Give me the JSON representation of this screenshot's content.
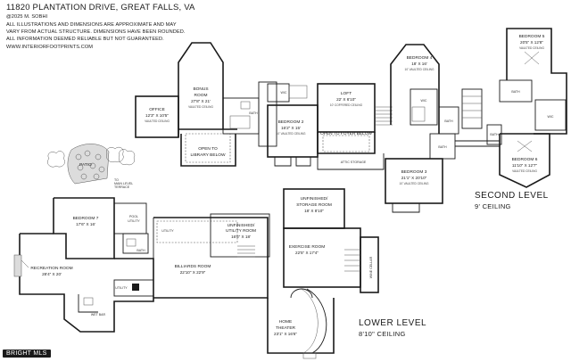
{
  "header": {
    "title": "11820 PLANTATION DRIVE, GREAT FALLS, VA",
    "copyright": "@2025 M. SOBHI",
    "disclaimer_lines": [
      "ALL ILLUSTRATIONS AND DIMENSIONS ARE APPROXIMATE AND MAY",
      "VARY FROM ACTUAL STRUCTURE. DIMENSIONS HAVE BEEN ROUNDED.",
      "ALL INFORMATION DEEMED RELIABLE BUT NOT GUARANTEED."
    ],
    "website": "WWW.INTERIORFOOTPRINTS.COM"
  },
  "levels": {
    "second": {
      "name": "SECOND LEVEL",
      "ceiling": "9' CEILING"
    },
    "lower": {
      "name": "LOWER LEVEL",
      "ceiling": "8'10\" CEILING"
    }
  },
  "second_level_rooms": {
    "office": {
      "name": "OFFICE",
      "dims": "12'3\" X 10'5\"",
      "ceiling": "VAULTED CEILING"
    },
    "bonus": {
      "name": "BONUS ROOM",
      "dims": "27'8\" X 21'",
      "ceiling": "VAULTED CEILING"
    },
    "library_open": {
      "name": "OPEN TO LIBRARY BELOW"
    },
    "bedroom2": {
      "name": "BEDROOM 2",
      "dims": "16'2\" X 15'",
      "ceiling": "10' VAULTED CEILING"
    },
    "loft": {
      "name": "LOFT",
      "dims": "22' X 6'10\"",
      "ceiling": "10' COFFERED CEILING"
    },
    "foyer_open": {
      "name": "OPEN TO FOYER BELOW"
    },
    "attic": {
      "name": "ATTIC STORAGE"
    },
    "bedroom4": {
      "name": "BEDROOM 4",
      "dims": "18' X 16'",
      "ceiling": "10' VAULTED CEILING"
    },
    "bedroom3": {
      "name": "BEDROOM 3",
      "dims": "21'1\" X 20'10\"",
      "ceiling": "10' VAULTED CEILING"
    },
    "bedroom5": {
      "name": "BEDROOM 5",
      "dims": "20'5\" X 12'8\"",
      "ceiling": "VAULTED CEILING"
    },
    "bedroom6": {
      "name": "BEDROOM 6",
      "dims": "11'10\" X 12'7\"",
      "ceiling": "VAULTED CEILING"
    },
    "bath_labels": [
      "BATH",
      "BATH",
      "BATH",
      "BATH",
      "BATH"
    ],
    "wic_labels": [
      "WIC",
      "WIC",
      "WIC"
    ]
  },
  "lower_level_rooms": {
    "patio": {
      "name": "PATIO"
    },
    "terrace_note": "TO MAIN LEVEL TERRACE",
    "bedroom7": {
      "name": "BEDROOM 7",
      "dims": "17'6\" X 16'"
    },
    "pool_utility": {
      "name": "POOL UTILITY"
    },
    "bath": {
      "name": "BATH"
    },
    "recreation": {
      "name": "RECREATION ROOM",
      "dims": "28'4\" X 20'"
    },
    "wet_bar": {
      "name": "WET BAR"
    },
    "billiards": {
      "name": "BILLIARDS ROOM",
      "dims": "22'10\" X 22'9\""
    },
    "unfinished_utility": {
      "name": "UNFINISHED/ UTILITY ROOM",
      "dims": "16'6\" X 18'"
    },
    "unfinished_storage": {
      "name": "UNFINISHED/ STORAGE ROOM",
      "dims": "18' X 8'10\""
    },
    "exercise": {
      "name": "EXERCISE ROOM",
      "dims": "22'5\" X 17'4\""
    },
    "wine_cellar": {
      "name": "WINE CELLAR"
    },
    "home_theater": {
      "name": "HOME THEATER",
      "dims": "23'1\" X 16'6\""
    },
    "utility_labels": [
      "UTILITY",
      "UTILITY"
    ]
  },
  "watermark": "BRIGHT MLS",
  "colors": {
    "ink": "#1a1a1a",
    "fill": "#dcdcdc",
    "background": "#ffffff"
  }
}
